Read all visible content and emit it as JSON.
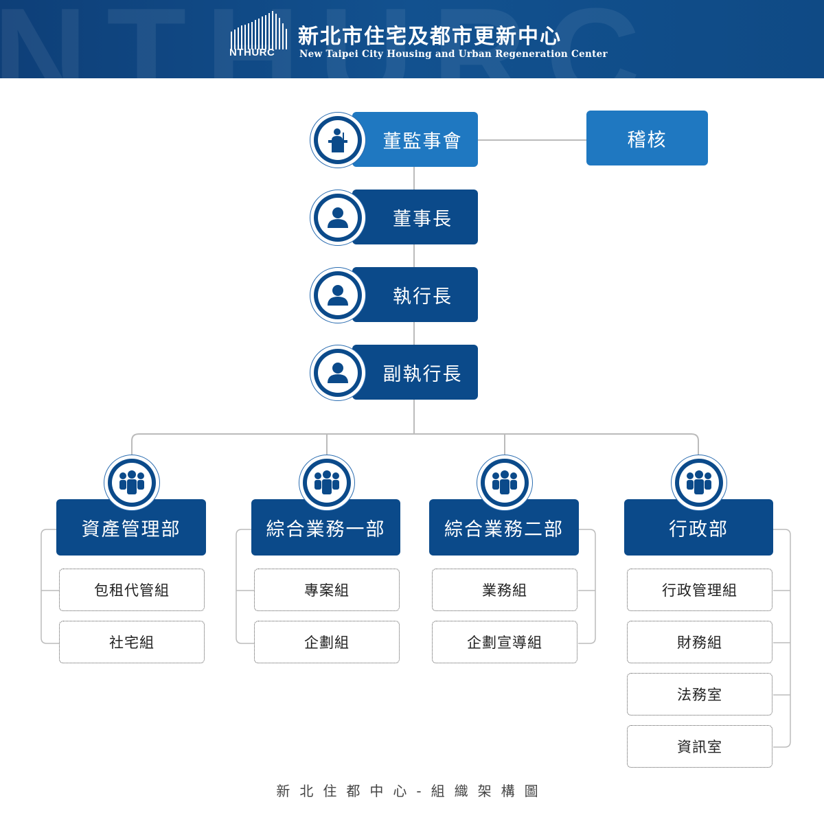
{
  "header": {
    "watermark": "NTHURC",
    "logo_abbr": "NTHURC",
    "title_zh": "新北市住宅及都市更新中心",
    "title_en": "New Taipei City Housing and Urban Regeneration Center"
  },
  "board": {
    "label": "董監事會",
    "icon": "podium-speaker-icon"
  },
  "audit": {
    "label": "稽核"
  },
  "executives": [
    {
      "label": "董事長",
      "icon": "person-icon"
    },
    {
      "label": "執行長",
      "icon": "person-icon"
    },
    {
      "label": "副執行長",
      "icon": "person-icon"
    }
  ],
  "departments": [
    {
      "label": "資產管理部",
      "icon": "group-icon",
      "units": [
        "包租代管組",
        "社宅組"
      ]
    },
    {
      "label": "綜合業務一部",
      "icon": "group-icon",
      "units": [
        "專案組",
        "企劃組"
      ]
    },
    {
      "label": "綜合業務二部",
      "icon": "group-icon",
      "units": [
        "業務組",
        "企劃宣導組"
      ]
    },
    {
      "label": "行政部",
      "icon": "group-icon",
      "units": [
        "行政管理組",
        "財務組",
        "法務室",
        "資訊室"
      ]
    }
  ],
  "footer": {
    "caption": "新北住都中心-組織架構圖"
  },
  "colors": {
    "dark_blue": "#0b4a8a",
    "mid_blue": "#1f78c1",
    "header_blue": "#12518f",
    "connector": "#bbbbbb"
  }
}
